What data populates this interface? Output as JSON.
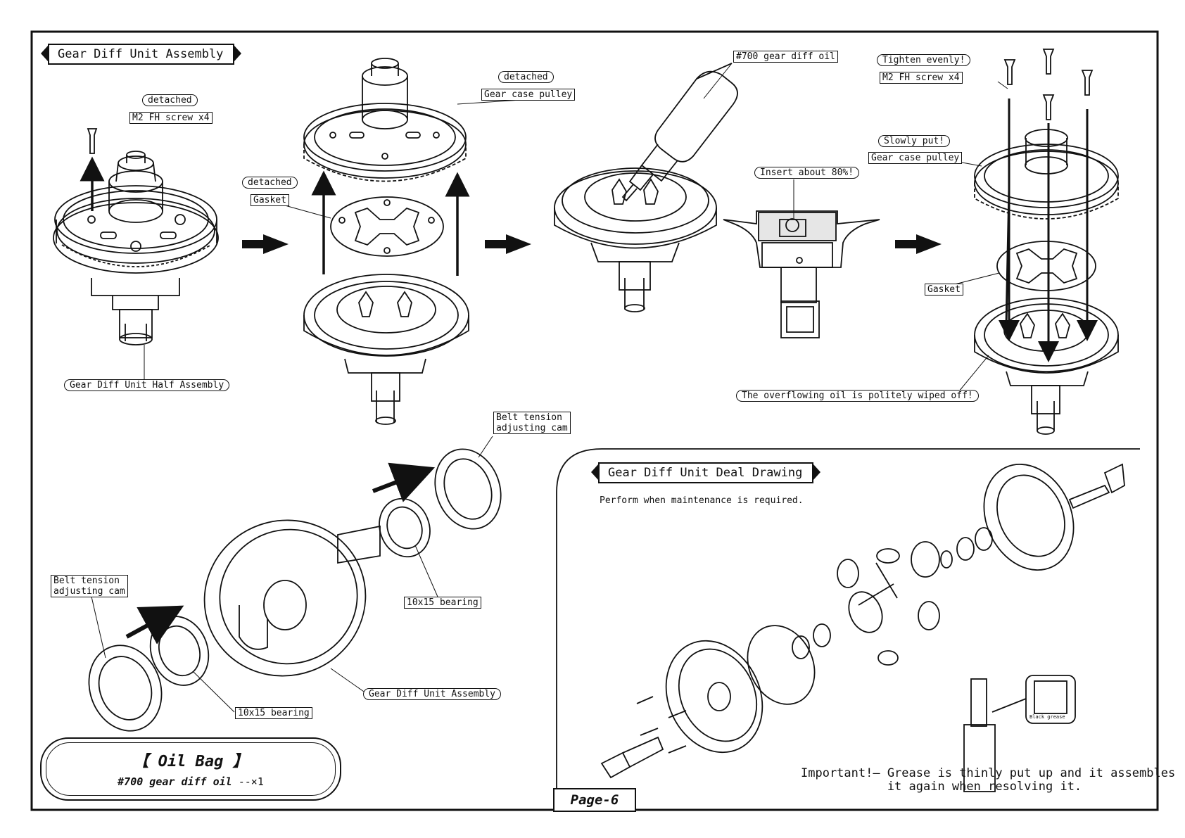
{
  "section_titles": {
    "assembly": "Gear Diff Unit Assembly",
    "deal_drawing": "Gear Diff Unit Deal Drawing"
  },
  "step1": {
    "detached": "detached",
    "screw": "M2 FH screw x4",
    "half_assembly": "Gear Diff Unit Half Assembly"
  },
  "step2": {
    "detached_top": "detached",
    "pulley": "Gear case pulley",
    "detached_gasket": "detached",
    "gasket": "Gasket"
  },
  "step3": {
    "oil": "#700 gear diff oil",
    "insert": "Insert about 80%!"
  },
  "step4": {
    "tighten": "Tighten evenly!",
    "screw": "M2 FH screw x4",
    "slowly": "Slowly put!",
    "pulley": "Gear case pulley",
    "gasket": "Gasket",
    "overflow": "The overflowing oil is politely wiped off!"
  },
  "bearing_assembly": {
    "cam_right": "Belt tension\nadjusting cam",
    "cam_left": "Belt tension\nadjusting cam",
    "bearing_right": "10x15 bearing",
    "bearing_left": "10x15 bearing",
    "unit": "Gear Diff Unit Assembly"
  },
  "deal_drawing": {
    "note": "Perform when maintenance is required.",
    "grease_label": "Black grease",
    "important": "Important!— Grease is thinly put up and it assembles\n            it again when resolving it."
  },
  "oil_bag": {
    "title": "【 Oil Bag 】",
    "item": "#700 gear diff oil",
    "qty": " --×1"
  },
  "page": "Page-6"
}
